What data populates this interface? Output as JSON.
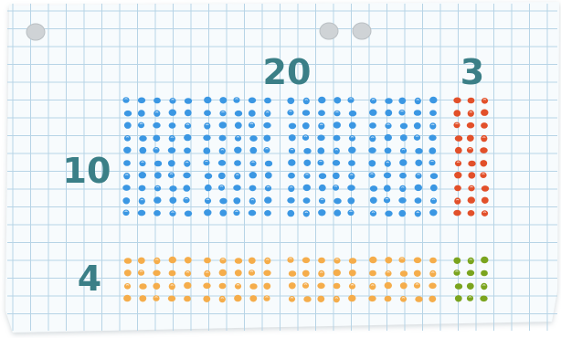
{
  "labels": {
    "top_main": "20",
    "top_side": "3",
    "left_main": "10",
    "left_side": "4"
  },
  "array": {
    "group_columns": [
      5,
      5,
      5,
      5,
      3
    ],
    "group_rows": [
      10,
      4
    ],
    "dot_colors": {
      "top_main": "#3b97e3",
      "top_side": "#e2502a",
      "bottom_main": "#f5ad4b",
      "bottom_side": "#7aa41e"
    }
  },
  "colors": {
    "paper": "#f7fbfd",
    "grid_line": "#b7d4e6",
    "label_ink": "#3b7f87",
    "hole": "#cfd3d6"
  }
}
